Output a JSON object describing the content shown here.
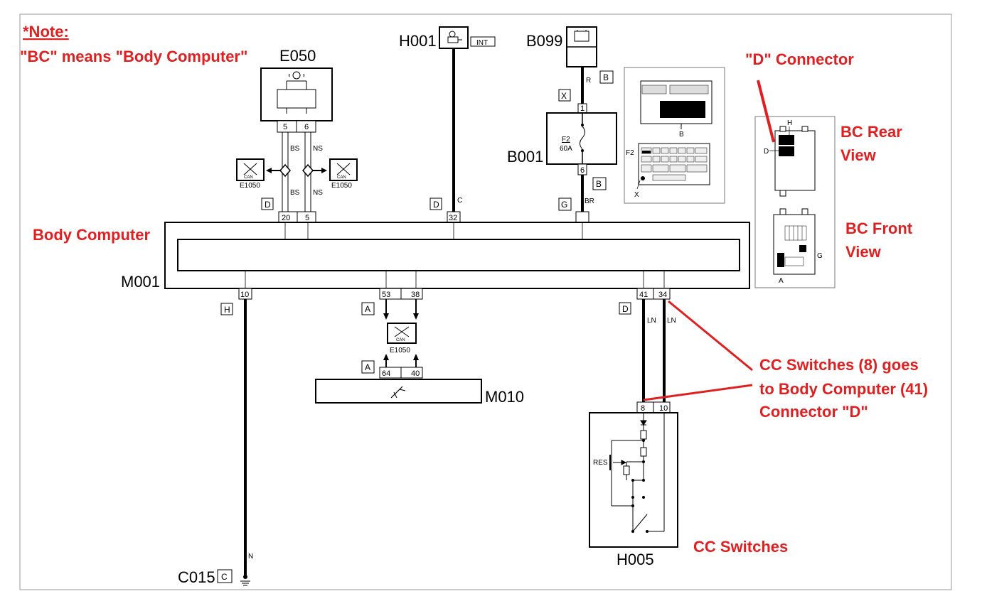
{
  "note": {
    "title": "*Note:",
    "text": "\"BC\" means \"Body Computer\""
  },
  "annotations": {
    "body_computer": "Body Computer",
    "d_connector": "\"D\" Connector",
    "bc_rear_1": "BC Rear",
    "bc_rear_2": "View",
    "bc_front_1": "BC Front",
    "bc_front_2": "View",
    "cc_link_1": "CC Switches (8) goes",
    "cc_link_2": "to Body Computer (41)",
    "cc_link_3": "Connector \"D\"",
    "cc_switches": "CC Switches"
  },
  "components": {
    "e050": "E050",
    "h001": "H001",
    "h001_int": "INT",
    "b099": "B099",
    "b001": "B001",
    "fuse_name": "F2",
    "fuse_rating": "60A",
    "m001": "M001",
    "m010": "M010",
    "h005": "H005",
    "c015": "C015",
    "c015_box": "C",
    "e1050": "E1050",
    "can": "CAN",
    "res": "RES"
  },
  "connectors": {
    "d1": "D",
    "d2": "D",
    "g": "G",
    "b1": "B",
    "b2": "B",
    "x": "X",
    "h": "H",
    "a1": "A",
    "a2": "A",
    "d3": "D"
  },
  "pins": {
    "e050_5": "5",
    "e050_6": "6",
    "m001_20": "20",
    "m001_5": "5",
    "m001_32": "32",
    "b001_1": "1",
    "b001_6": "6",
    "m001_10": "10",
    "m001_53": "53",
    "m001_38": "38",
    "m001_41": "41",
    "m001_34": "34",
    "m010_64": "64",
    "m010_40": "40",
    "h005_8": "8",
    "h005_10": "10"
  },
  "wires": {
    "bs_top": "BS",
    "ns_top": "NS",
    "bs_bot": "BS",
    "ns_bot": "NS",
    "c": "C",
    "r": "R",
    "br": "BR",
    "n": "N",
    "ln1": "LN",
    "ln2": "LN"
  },
  "inset": {
    "label_b": "B",
    "label_f2": "F2",
    "label_x": "X",
    "rear_h": "H",
    "rear_d": "D",
    "front_g": "G",
    "front_a": "A"
  },
  "colors": {
    "annotation": "#e02020",
    "line": "#000000",
    "frame": "#999999"
  }
}
